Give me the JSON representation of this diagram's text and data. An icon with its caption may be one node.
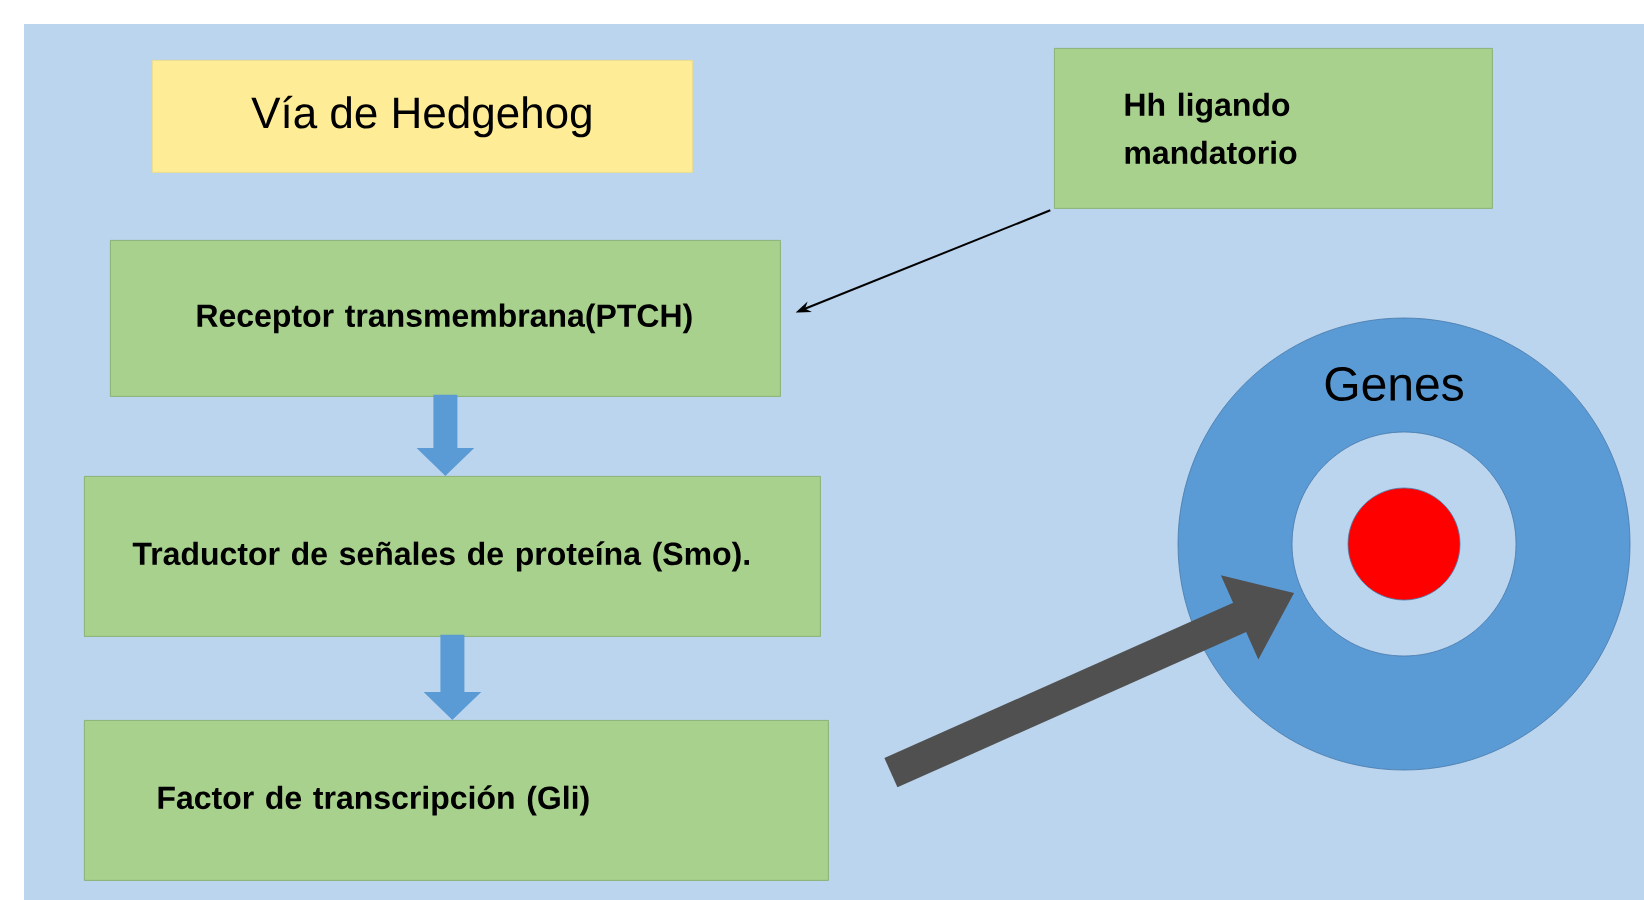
{
  "diagram": {
    "title": "Vía de Hedgehog",
    "nodes": [
      {
        "text": [
          "Hh ligando mandatorio"
        ]
      },
      {
        "text": [
          "Receptor transmembrana(PTCH)"
        ]
      },
      {
        "text": [
          "Traductor de señales de proteína (Smo)."
        ]
      },
      {
        "text": [
          "Factor de transcripción (Gli)"
        ]
      },
      {
        "text": [
          "Genes"
        ]
      }
    ],
    "edges": [
      {
        "from": 0,
        "to": 1,
        "arrow": "to",
        "color": "#000000"
      },
      {
        "from": 1,
        "to": 2,
        "arrow": "to",
        "color": "#5b9bd5"
      },
      {
        "from": 2,
        "to": 3,
        "arrow": "to",
        "color": "#5b9bd5"
      },
      {
        "from": 3,
        "to": 4,
        "arrow": "to",
        "color": "#505050"
      }
    ]
  }
}
